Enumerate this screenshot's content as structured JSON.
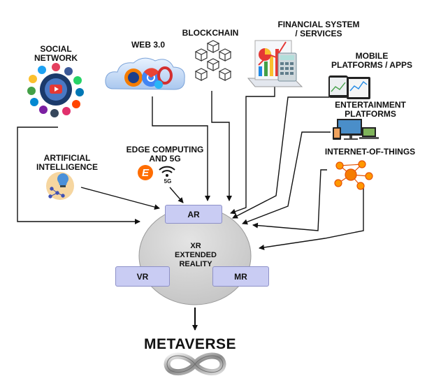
{
  "labels": {
    "social_network_1": "SOCIAL",
    "social_network_2": "NETWORK",
    "web3": "WEB 3.0",
    "blockchain": "BLOCKCHAIN",
    "financial_1": "FINANCIAL SYSTEM",
    "financial_2": "/ SERVICES",
    "mobile_1": "MOBILE",
    "mobile_2": "PLATFORMS / APPS",
    "entertainment_1": "ENTERTAINMENT",
    "entertainment_2": "PLATFORMS",
    "iot": "INTERNET-OF-THINGS",
    "ai_1": "ARTIFICIAL",
    "ai_2": "INTELLIGENCE",
    "edge_1": "EDGE COMPUTING",
    "edge_2": "AND 5G",
    "fiveg": "5G",
    "edge_logo_letter": "E"
  },
  "xr": {
    "line1": "XR",
    "line2": "EXTENDED",
    "line3": "REALITY",
    "ar": "AR",
    "vr": "VR",
    "mr": "MR"
  },
  "output": {
    "title": "METAVERSE"
  },
  "icons": [
    "social-network-icon",
    "web-browsers-cloud-icon",
    "blockchain-cubes-icon",
    "financial-chart-calculator-icon",
    "mobile-devices-icon",
    "entertainment-devices-icon",
    "iot-network-icon",
    "ai-lightbulb-icon",
    "edge-computing-logo",
    "5g-signal-icon",
    "infinity-icon"
  ],
  "colors": {
    "box_fill": "#c9ccf3",
    "sphere_fill": "#d6d6d6",
    "arrow": "#111111"
  }
}
